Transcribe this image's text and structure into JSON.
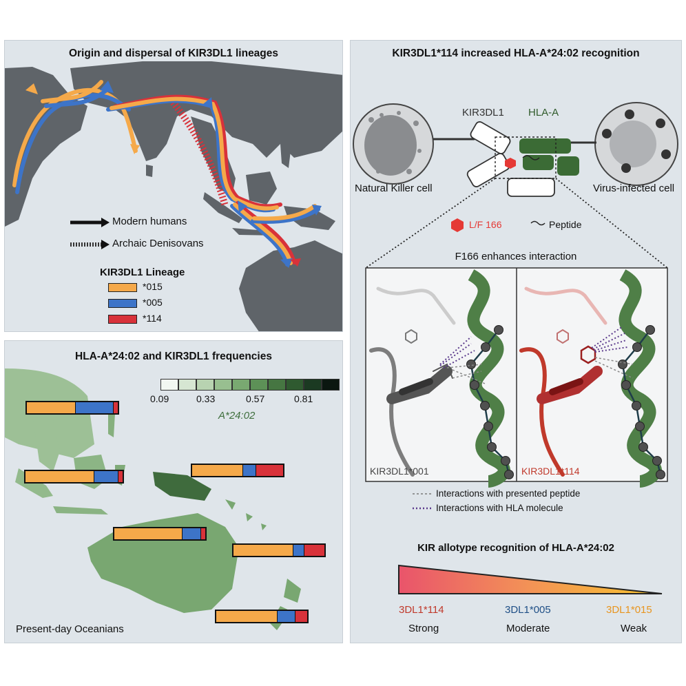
{
  "map_panel": {
    "title": "Origin and dispersal of KIR3DL1 lineages",
    "legend_modern": "Modern humans",
    "legend_archaic": "Archaic Denisovans",
    "lineage_title": "KIR3DL1 Lineage",
    "lineages": [
      {
        "label": "*015",
        "color": "#f5a94a"
      },
      {
        "label": "*005",
        "color": "#3d74c8"
      },
      {
        "label": "*114",
        "color": "#d8323a"
      }
    ]
  },
  "freq_panel": {
    "title": "HLA-A*24:02 and KIR3DL1 frequencies",
    "scale_ticks": [
      "0.09",
      "0.33",
      "0.57",
      "0.81"
    ],
    "scale_colors": [
      "#f2f7f1",
      "#d6e6d2",
      "#b8d3b1",
      "#98bf90",
      "#79a971",
      "#5d9157",
      "#467642",
      "#2f5a30",
      "#1b3a22",
      "#0b1710"
    ],
    "scale_label": "A*24:02",
    "footer": "Present-day Oceanians",
    "bars": [
      {
        "s015": 0.53,
        "s005": 0.42,
        "s114": 0.05
      },
      {
        "s015": 0.7,
        "s005": 0.25,
        "s114": 0.05
      },
      {
        "s015": 0.55,
        "s005": 0.15,
        "s114": 0.3
      },
      {
        "s015": 0.74,
        "s005": 0.21,
        "s114": 0.05
      },
      {
        "s015": 0.65,
        "s005": 0.12,
        "s114": 0.23
      },
      {
        "s015": 0.67,
        "s005": 0.19,
        "s114": 0.14
      }
    ]
  },
  "recog_panel": {
    "title": "KIR3DL1*114 increased HLA-A*24:02 recognition",
    "kir_label": "KIR3DL1",
    "hla_label": "HLA-A",
    "nk_label": "Natural Killer cell",
    "virus_label": "Virus-infected cell",
    "lf_label": "L/F 166",
    "peptide_label": "Peptide",
    "zoom_title": "F166 enhances interaction",
    "left_struct_label": "KIR3DL1*001",
    "right_struct_label": "KIR3DL1*114",
    "legend_peptide": "Interactions with presented peptide",
    "legend_hla": "Interactions with HLA molecule",
    "allotype_title": "KIR allotype recognition of HLA-A*24:02",
    "allotypes": [
      {
        "name": "3DL1*114",
        "strength": "Strong",
        "color": "#c0392b"
      },
      {
        "name": "3DL1*005",
        "strength": "Moderate",
        "color": "#1f4f86"
      },
      {
        "name": "3DL1*015",
        "strength": "Weak",
        "color": "#e8951f"
      }
    ]
  }
}
